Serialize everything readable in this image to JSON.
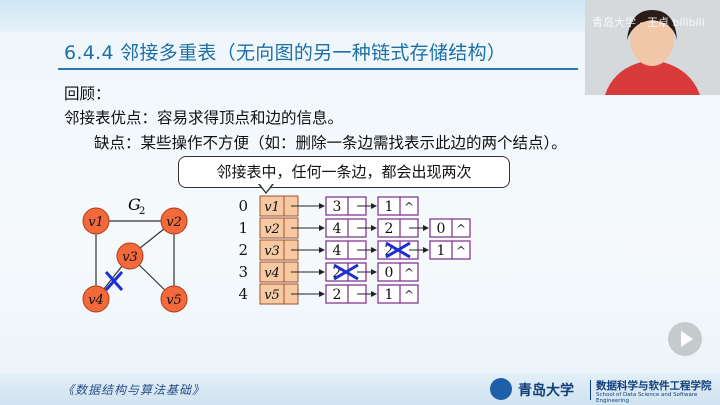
{
  "slide": {
    "title": "6.4.4 邻接多重表（无向图的另一种链式存储结构）",
    "review_label": "回顾：",
    "advantage_line": "邻接表优点：容易求得顶点和边的信息。",
    "disadvantage_line": "缺点：某些操作不方便（如：删除一条边需找表示此边的两个结点）。",
    "callout": "邻接表中，任何一条边，都会出现两次",
    "graph_label": "G",
    "graph_label_sub": "2",
    "graph_vertices": [
      "v1",
      "v2",
      "v3",
      "v4",
      "v5"
    ],
    "table_indices": [
      "0",
      "1",
      "2",
      "3",
      "4"
    ],
    "table_heads": [
      "v1",
      "v2",
      "v3",
      "v4",
      "v5"
    ],
    "table_rows": [
      [
        "3",
        "1"
      ],
      [
        "4",
        "2",
        "0"
      ],
      [
        "4",
        "2",
        "1"
      ],
      [
        "2",
        "0"
      ],
      [
        "2",
        "1"
      ]
    ],
    "null_symbol": "^"
  },
  "footer": {
    "book_title": "《数据结构与算法基础》",
    "university": "青岛大学",
    "department": "数据科学与软件工程学院",
    "department_en": "School of Data Science and Software Engineering"
  },
  "overlay": {
    "watermark": "青岛大学 - 王卓 bilibili"
  },
  "colors": {
    "vertex_fill": "#f26a3b",
    "head_fill": "#f7c9a3",
    "cross_mark": "#1b2fd6",
    "title": "#1d6fa5"
  }
}
